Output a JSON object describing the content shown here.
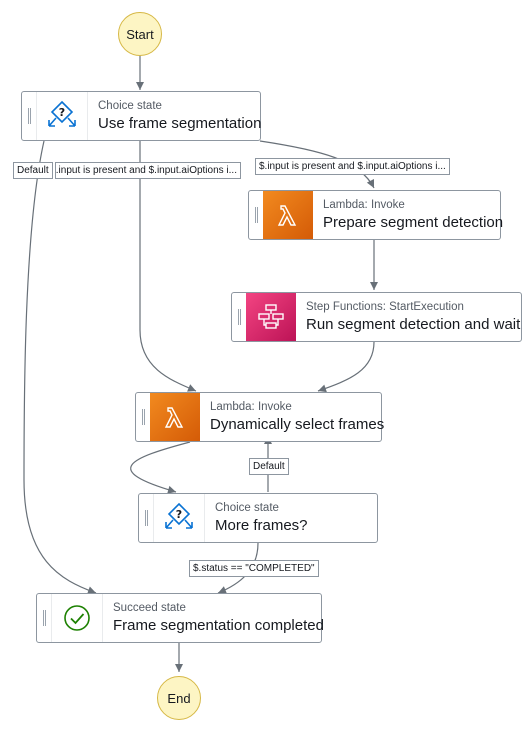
{
  "states": {
    "start": {
      "label": "Start"
    },
    "choice_use": {
      "type": "Choice state",
      "name": "Use frame segmentation",
      "icon": "choice-icon"
    },
    "prepare": {
      "type": "Lambda: Invoke",
      "name": "Prepare segment detection",
      "icon": "lambda-icon"
    },
    "run": {
      "type": "Step Functions: StartExecution",
      "name": "Run segment detection and wait",
      "icon": "step-functions-icon"
    },
    "select": {
      "type": "Lambda: Invoke",
      "name": "Dynamically select frames",
      "icon": "lambda-icon"
    },
    "more": {
      "type": "Choice state",
      "name": "More frames?",
      "icon": "choice-icon"
    },
    "succeed": {
      "type": "Succeed state",
      "name": "Frame segmentation completed",
      "icon": "check-circle-icon"
    },
    "end": {
      "label": "End"
    }
  },
  "edge_labels": {
    "default_1": "Default",
    "cond_1": "$.input is present and $.input.aiOptions i...",
    "cond_2": "$.input is present and $.input.aiOptions i...",
    "default_2": "Default",
    "completed": "$.status == \"COMPLETED\""
  },
  "colors": {
    "edge": "#687078",
    "terminal_fill": "#fdf5c4",
    "lambda": "#e7731a",
    "step_functions": "#d61f66",
    "choice_icon": "#0972d3",
    "succeed_icon": "#1d8102"
  }
}
